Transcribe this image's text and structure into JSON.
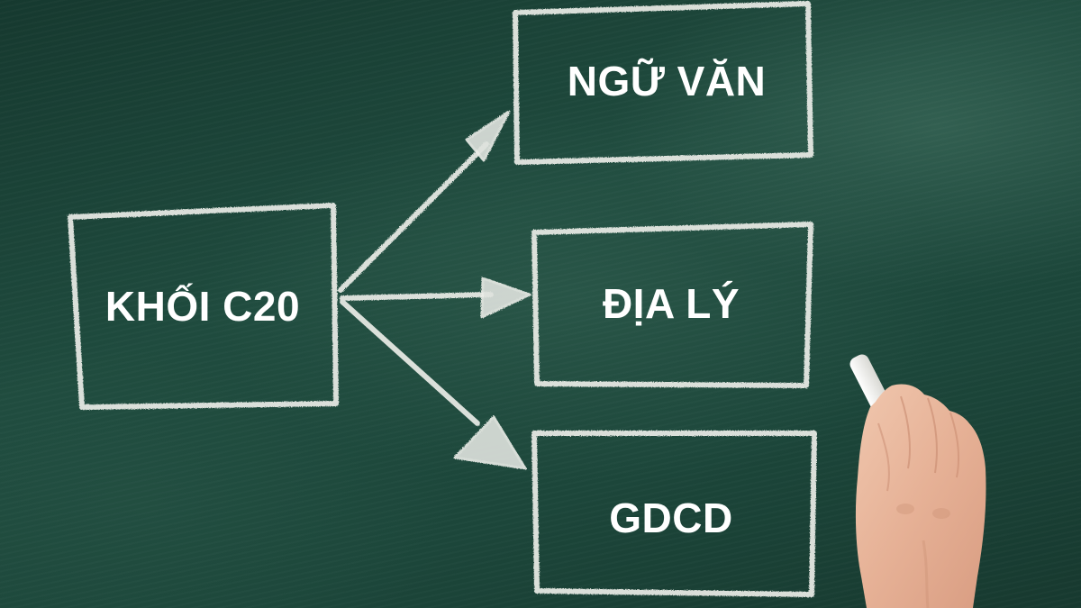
{
  "diagram": {
    "type": "chalkboard-branching-diagram",
    "colors": {
      "board": "#1f4b3e",
      "chalk": "#e9ebe6",
      "text": "#ffffff",
      "skin": "#e8b9a0"
    },
    "root": {
      "id": "khoi-c20",
      "label": "KHỐI C20"
    },
    "children": [
      {
        "id": "ngu-van",
        "label": "NGỮ VĂN"
      },
      {
        "id": "dia-ly",
        "label": "ĐỊA LÝ"
      },
      {
        "id": "gdcd",
        "label": "GDCD"
      }
    ],
    "edges": [
      {
        "from": "khoi-c20",
        "to": "ngu-van"
      },
      {
        "from": "khoi-c20",
        "to": "dia-ly"
      },
      {
        "from": "khoi-c20",
        "to": "gdcd"
      }
    ],
    "decoration": {
      "hand_holding_chalk": true
    }
  }
}
